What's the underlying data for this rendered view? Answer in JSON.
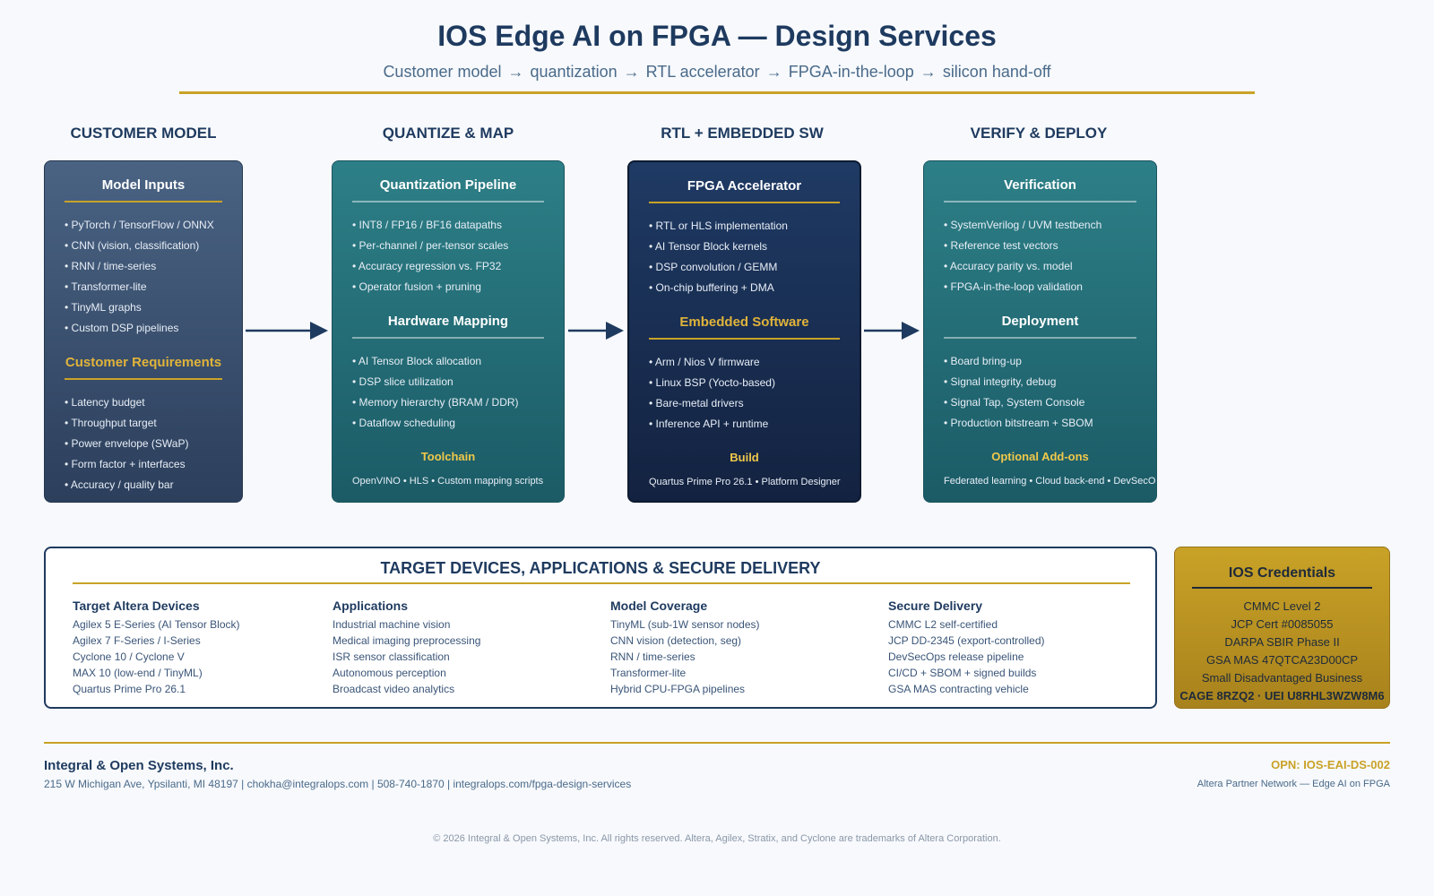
{
  "header": {
    "title": "IOS Edge AI on FPGA — Design Services",
    "subtitle_steps": [
      "Customer model",
      "quantization",
      "RTL accelerator",
      "FPGA-in-the-loop",
      "silicon hand-off"
    ],
    "arrow_glyph": "→"
  },
  "stages": [
    {
      "header": "CUSTOMER MODEL",
      "section1": {
        "title": "Model Inputs",
        "items": [
          "• PyTorch / TensorFlow / ONNX",
          "• CNN (vision, classification)",
          "• RNN / time-series",
          "• Transformer-lite",
          "• TinyML graphs",
          "• Custom DSP pipelines"
        ]
      },
      "section2": {
        "title": "Customer Requirements",
        "items": [
          "• Latency budget",
          "• Throughput target",
          "• Power envelope (SWaP)",
          "• Form factor + interfaces",
          "• Accuracy / quality bar"
        ]
      }
    },
    {
      "header": "QUANTIZE & MAP",
      "section1": {
        "title": "Quantization Pipeline",
        "items": [
          "• INT8 / FP16 / BF16 datapaths",
          "• Per-channel / per-tensor scales",
          "• Accuracy regression vs. FP32",
          "• Operator fusion + pruning"
        ]
      },
      "section2": {
        "title": "Hardware Mapping",
        "items": [
          "• AI Tensor Block allocation",
          "• DSP slice utilization",
          "• Memory hierarchy (BRAM / DDR)",
          "• Dataflow scheduling"
        ]
      },
      "footer_title": "Toolchain",
      "footer_text": "OpenVINO • HLS • Custom mapping scripts"
    },
    {
      "header": "RTL + EMBEDDED SW",
      "section1": {
        "title": "FPGA Accelerator",
        "items": [
          "• RTL or HLS implementation",
          "• AI Tensor Block kernels",
          "• DSP convolution / GEMM",
          "• On-chip buffering + DMA"
        ]
      },
      "section2": {
        "title": "Embedded Software",
        "items": [
          "• Arm / Nios V firmware",
          "• Linux BSP (Yocto-based)",
          "• Bare-metal drivers",
          "• Inference API + runtime"
        ]
      },
      "footer_title": "Build",
      "footer_text": "Quartus Prime Pro 26.1 • Platform Designer"
    },
    {
      "header": "VERIFY & DEPLOY",
      "section1": {
        "title": "Verification",
        "items": [
          "• SystemVerilog / UVM testbench",
          "• Reference test vectors",
          "• Accuracy parity vs. model",
          "• FPGA-in-the-loop validation"
        ]
      },
      "section2": {
        "title": "Deployment",
        "items": [
          "• Board bring-up",
          "• Signal integrity, debug",
          "• Signal Tap, System Console",
          "• Production bitstream + SBOM"
        ]
      },
      "footer_title": "Optional Add-ons",
      "footer_text": "Federated learning • Cloud back-end • DevSecOps"
    }
  ],
  "targets": {
    "title": "TARGET DEVICES, APPLICATIONS & SECURE DELIVERY",
    "columns": [
      {
        "heading": "Target Altera Devices",
        "items": [
          "Agilex 5 E-Series (AI Tensor Block)",
          "Agilex 7 F-Series / I-Series",
          "Cyclone 10 / Cyclone V",
          "MAX 10 (low-end / TinyML)",
          "Quartus Prime Pro 26.1"
        ]
      },
      {
        "heading": "Applications",
        "items": [
          "Industrial machine vision",
          "Medical imaging preprocessing",
          "ISR sensor classification",
          "Autonomous perception",
          "Broadcast video analytics"
        ]
      },
      {
        "heading": "Model Coverage",
        "items": [
          "TinyML (sub-1W sensor nodes)",
          "CNN vision (detection, seg)",
          "RNN / time-series",
          "Transformer-lite",
          "Hybrid CPU-FPGA pipelines"
        ]
      },
      {
        "heading": "Secure Delivery",
        "items": [
          "CMMC L2 self-certified",
          "JCP DD-2345 (export-controlled)",
          "DevSecOps release pipeline",
          "CI/CD + SBOM + signed builds",
          "GSA MAS contracting vehicle"
        ]
      }
    ]
  },
  "credentials": {
    "title": "IOS Credentials",
    "items": [
      "CMMC Level 2",
      "JCP Cert #0085055",
      "DARPA SBIR Phase II",
      "GSA MAS 47QTCA23D00CP",
      "Small Disadvantaged Business"
    ],
    "ids": "CAGE 8RZQ2 · UEI U8RHL3WZW8M6"
  },
  "footer": {
    "company": "Integral & Open Systems, Inc.",
    "address": "215 W Michigan Ave, Ypsilanti, MI 48197 | chokha@integralops.com | 508-740-1870 | integralops.com/fpga-design-services",
    "opn": "OPN: IOS-EAI-DS-002",
    "partner": "Altera Partner Network — Edge AI on FPGA",
    "copyright": "© 2026 Integral & Open Systems, Inc. All rights reserved. Altera, Agilex, Stratix, and Cyclone are trademarks of Altera Corporation."
  },
  "colors": {
    "primary": "#1e3a5f",
    "gold": "#c9a227",
    "teal": "#2d7f87",
    "slate": "#4a6383",
    "navy": "#132240"
  }
}
